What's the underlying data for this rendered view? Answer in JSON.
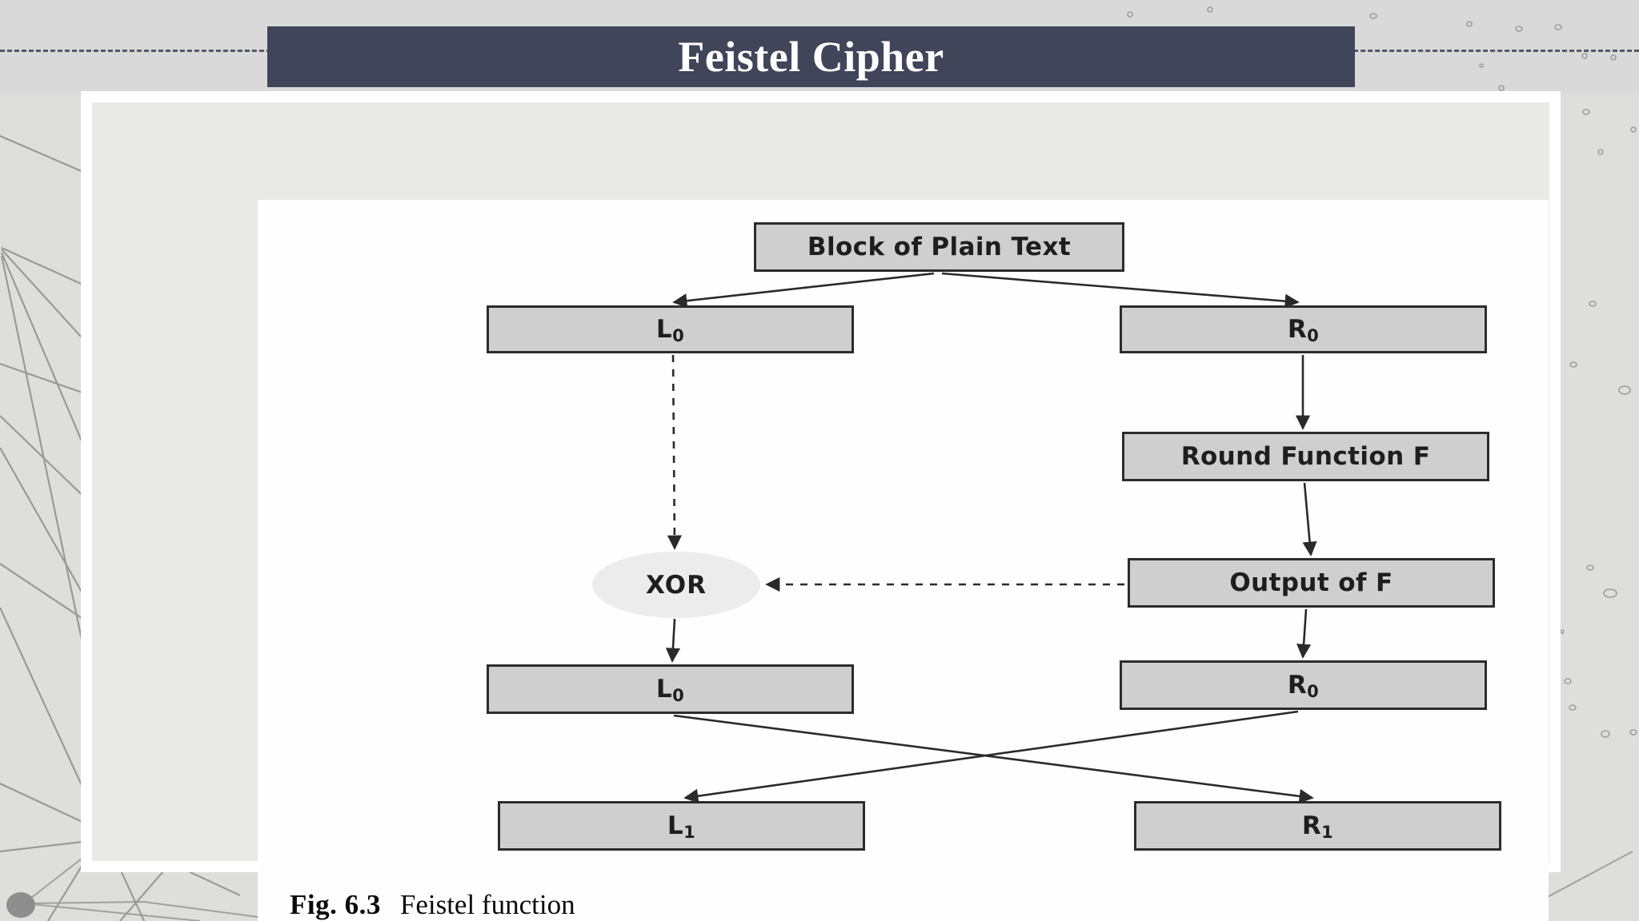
{
  "slide": {
    "title": "Feistel Cipher",
    "background_color": "#dededd",
    "banner_color": "#41455a",
    "title_color": "#ffffff"
  },
  "figure": {
    "caption_number": "Fig. 6.3",
    "caption_text": "Feistel function",
    "box_fill": "#cfcfcf",
    "box_border": "#2c2c2c",
    "xor_fill": "#ececec"
  },
  "diagram": {
    "type": "flowchart",
    "nodes": [
      {
        "id": "plaintext",
        "label": "Block of Plain Text",
        "shape": "rect"
      },
      {
        "id": "l0_a",
        "label": "L",
        "sub": "0",
        "shape": "rect"
      },
      {
        "id": "r0_a",
        "label": "R",
        "sub": "0",
        "shape": "rect"
      },
      {
        "id": "round_f",
        "label": "Round Function F",
        "shape": "rect"
      },
      {
        "id": "xor",
        "label": "XOR",
        "shape": "ellipse"
      },
      {
        "id": "output_f",
        "label": "Output of F",
        "shape": "rect"
      },
      {
        "id": "l0_b",
        "label": "L",
        "sub": "0",
        "shape": "rect"
      },
      {
        "id": "r0_b",
        "label": "R",
        "sub": "0",
        "shape": "rect"
      },
      {
        "id": "l1",
        "label": "L",
        "sub": "1",
        "shape": "rect"
      },
      {
        "id": "r1",
        "label": "R",
        "sub": "1",
        "shape": "rect"
      }
    ],
    "edges": [
      {
        "from": "plaintext",
        "to": "l0_a",
        "style": "solid",
        "arrow": true
      },
      {
        "from": "plaintext",
        "to": "r0_a",
        "style": "solid",
        "arrow": true
      },
      {
        "from": "l0_a",
        "to": "xor",
        "style": "dashed",
        "arrow": true
      },
      {
        "from": "r0_a",
        "to": "round_f",
        "style": "solid",
        "arrow": true
      },
      {
        "from": "round_f",
        "to": "output_f",
        "style": "solid",
        "arrow": true
      },
      {
        "from": "output_f",
        "to": "xor",
        "style": "dashed",
        "arrow": true
      },
      {
        "from": "output_f",
        "to": "r0_b",
        "style": "solid",
        "arrow": true
      },
      {
        "from": "xor",
        "to": "l0_b",
        "style": "solid",
        "arrow": true
      },
      {
        "from": "l0_b",
        "to": "r1",
        "style": "solid",
        "arrow": true
      },
      {
        "from": "r0_b",
        "to": "l1",
        "style": "solid",
        "arrow": true
      }
    ]
  }
}
